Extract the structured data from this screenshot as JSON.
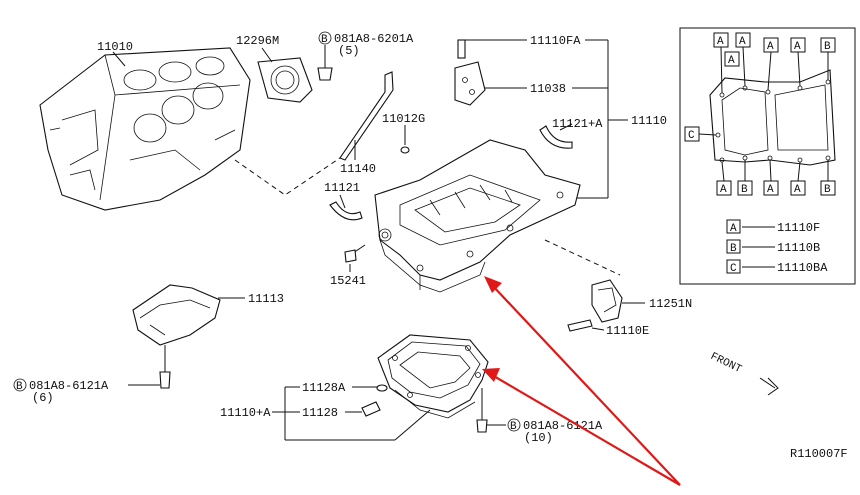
{
  "labels": {
    "block": "11010",
    "gasket_seal": "12296M",
    "bolt_top": "081A8-6201A",
    "bolt_top_qty": "(5)",
    "dipstick": "11140",
    "guide": "11121",
    "bolt_stud": "11110FA",
    "baffle": "11038",
    "plug": "11012G",
    "upper_guide": "11121+A",
    "upper_pan": "11110",
    "drain": "15241",
    "shield": "11113",
    "bolt_left": "081A8-6121A",
    "bolt_left_qty": "(6)",
    "cover": "11251N",
    "cover_bolt": "11110E",
    "front": "FRONT",
    "drain_washer": "11128A",
    "drain_plug": "11128",
    "lower_pan": "11110+A",
    "bolt_bottom": "081A8-6121A",
    "bolt_bottom_qty": "(10)",
    "ref_no": "R110007F",
    "circled_b": "B"
  },
  "inset": {
    "markers_top": [
      "A",
      "A",
      "A",
      "A",
      "B"
    ],
    "marker_sub": "A",
    "marker_left": "C",
    "markers_bottom": [
      "A",
      "B",
      "A",
      "A",
      "B"
    ],
    "legend": [
      {
        "key": "A",
        "part": "11110F"
      },
      {
        "key": "B",
        "part": "11110B"
      },
      {
        "key": "C",
        "part": "11110BA"
      }
    ]
  },
  "colors": {
    "arrow": "#e01818",
    "line": "#111111"
  }
}
